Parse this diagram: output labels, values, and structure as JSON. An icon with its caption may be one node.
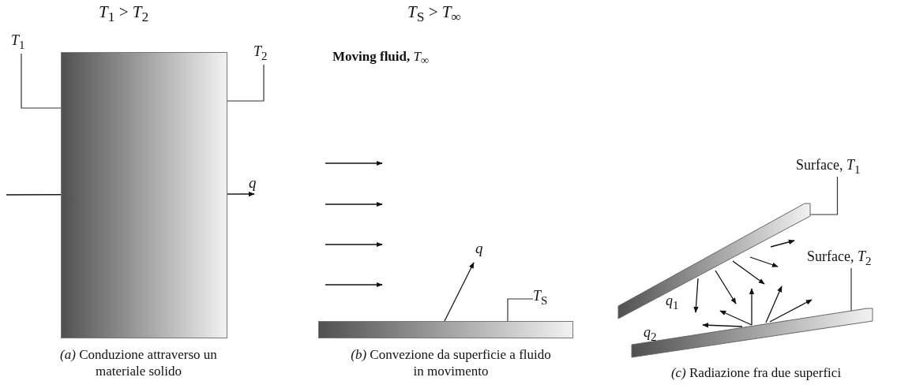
{
  "diagram": {
    "nodes": [
      {
        "text": [],
        "shape": "box"
      },
      {
        "text": [
          "*T*$_{1}$"
        ]
      },
      {
        "text": [
          "*T*$_{2}$"
        ]
      },
      {
        "text": [],
        "shape": "bar"
      },
      {
        "text": [
          "*T*$_{S}$"
        ]
      },
      {
        "text": [],
        "shape": "bar"
      },
      {
        "text": [
          "Surface, *T*$_{1}$"
        ]
      },
      {
        "text": [],
        "shape": "bar"
      },
      {
        "text": [
          "Surface, *T*$_{2}$"
        ]
      }
    ],
    "edges": [
      {
        "from": 1,
        "to": 0,
        "arrow": "none"
      },
      {
        "from": 2,
        "to": 0,
        "arrow": "none"
      },
      {
        "from": 4,
        "to": 3,
        "arrow": "none"
      },
      {
        "from": 6,
        "to": 5,
        "arrow": "none"
      },
      {
        "from": 8,
        "to": 7,
        "arrow": "none"
      }
    ],
    "labels": [
      "*T*$_{1}$ > *T*$_{2}$",
      "*T*$_{S}$ > *T*$_{∞}$",
      "**Moving fluid,** *T*$_{∞}$",
      "*q*",
      "*q*",
      "*q*$_{1}$",
      "*q*$_{2}$",
      "*(a)* Conduzione attraverso un materiale solido",
      "*(b)* Convezione da superficie a fluido in movimento",
      "*(c)* Radiazione fra due superfici"
    ]
  }
}
